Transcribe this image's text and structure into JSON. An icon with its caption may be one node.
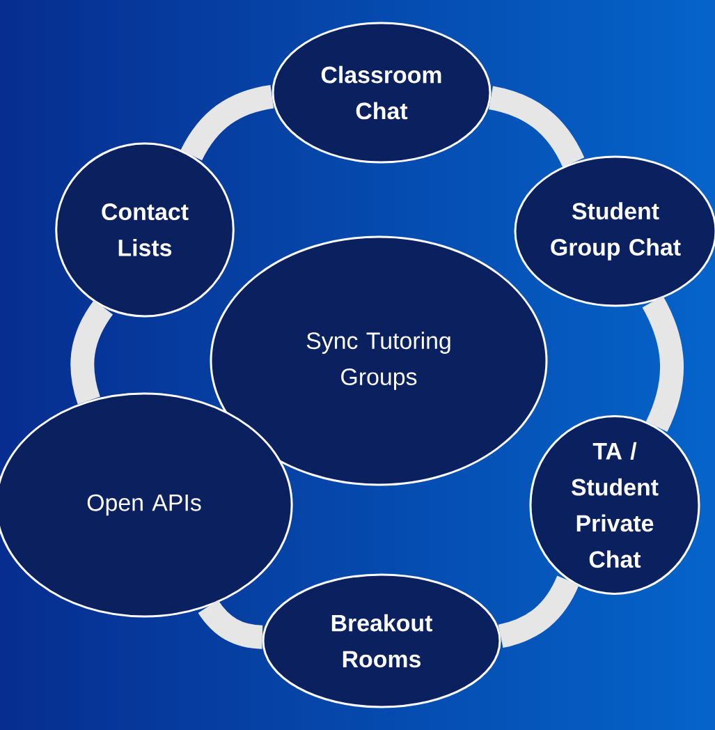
{
  "diagram": {
    "nodes": [
      {
        "text": [
          "Classroom Chat"
        ]
      },
      {
        "text": [
          "Contact Lists"
        ]
      },
      {
        "text": [
          "Student Group Chat"
        ]
      },
      {
        "text": [
          "Sync Tutoring Groups"
        ]
      },
      {
        "text": [
          "Open APIs"
        ]
      },
      {
        "text": [
          "TA / Student Private Chat"
        ]
      },
      {
        "text": [
          "Breakout Rooms"
        ]
      }
    ],
    "edges": [
      {
        "from": 0,
        "to": 2,
        "arrow": "none"
      },
      {
        "from": 2,
        "to": 5,
        "arrow": "none"
      },
      {
        "from": 5,
        "to": 6,
        "arrow": "none"
      },
      {
        "from": 6,
        "to": 4,
        "arrow": "none"
      },
      {
        "from": 4,
        "to": 1,
        "arrow": "none"
      },
      {
        "from": 1,
        "to": 0,
        "arrow": "none"
      }
    ]
  }
}
